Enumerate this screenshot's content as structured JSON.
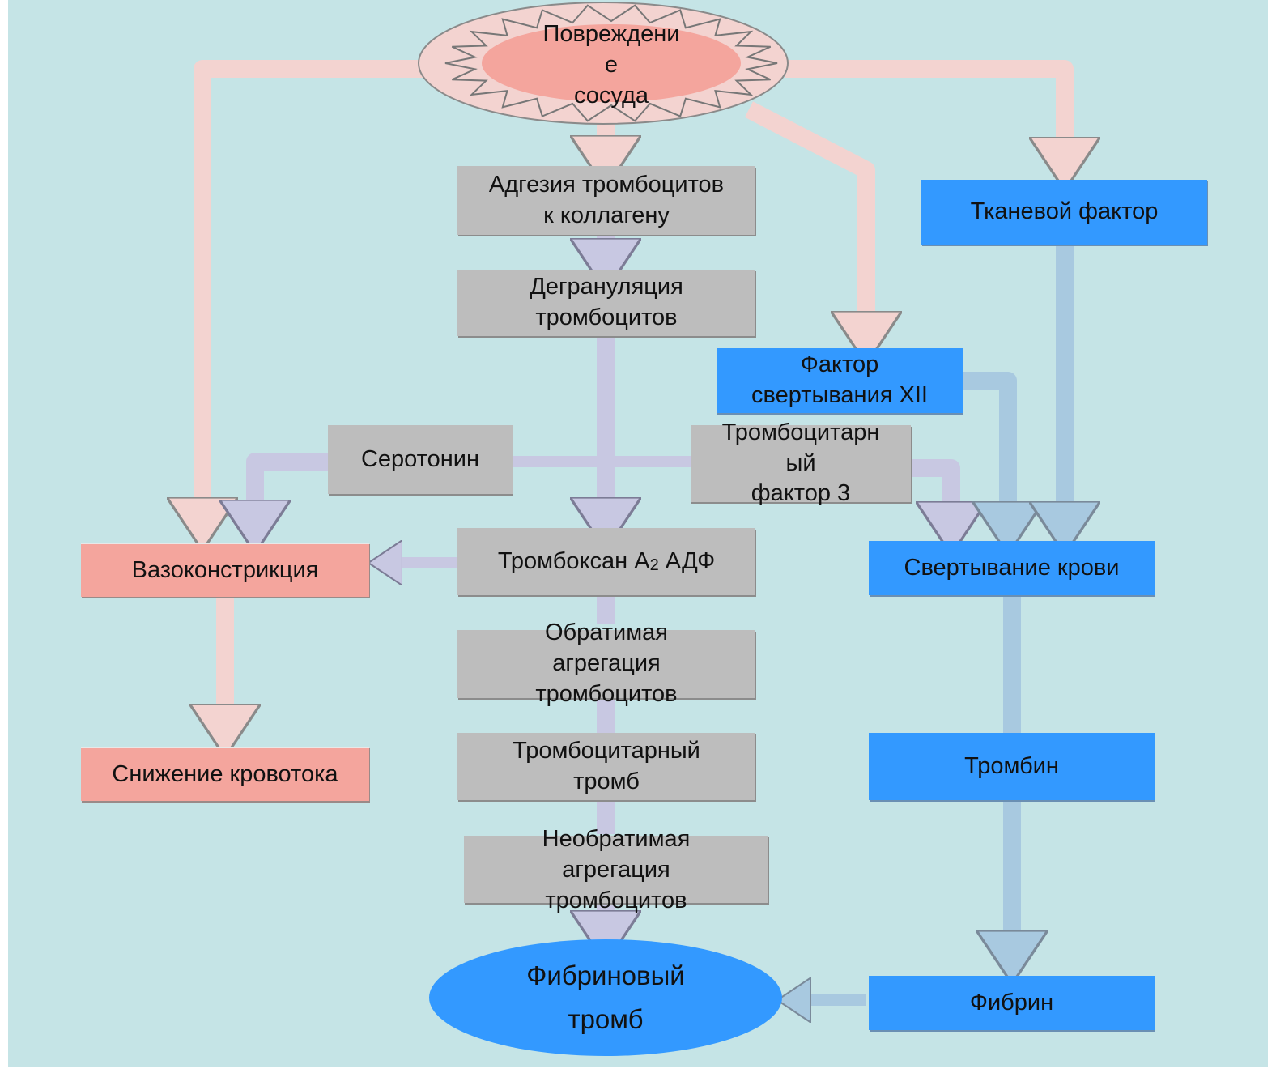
{
  "colors": {
    "background": "#c5e4e6",
    "gray_box": "#bdbdbd",
    "blue_box": "#3399ff",
    "pink_box": "#f4a59d",
    "pink_arrow": "#f3d3d0",
    "blue_arrow": "#a8c9e0",
    "lavender_arrow": "#c8c8e2"
  },
  "nodes": {
    "vessel_damage": "Повреждени\nе\nсосуда",
    "adhesion": "Адгезия тромбоцитов\nк коллагену",
    "degranulation": "Дегрануляция\nтромбоцитов",
    "tissue_factor": "Тканевой фактор",
    "factor_xii": "Фактор\nсвертывания XII",
    "serotonin": "Серотонин",
    "platelet_factor3": "Тромбоцитарн\nый\nфактор 3",
    "vasoconstriction": "Вазоконстрикция",
    "thromboxane_prefix": "Тромбоксан А",
    "thromboxane_sub": "2",
    "thromboxane_suffix": " АДФ",
    "coagulation": "Свертывание крови",
    "reversible_aggregation": "Обратимая\nагрегация\nтромбоцитов",
    "blood_flow_decrease": "Снижение кровотока",
    "platelet_thrombus": "Тромбоцитарный\nтромб",
    "thrombin": "Тромбин",
    "irreversible_aggregation": "Необратимая\nагрегация\nтромбоцитов",
    "fibrin_thrombus": "Фибриновый\nтромб",
    "fibrin": "Фибрин"
  }
}
